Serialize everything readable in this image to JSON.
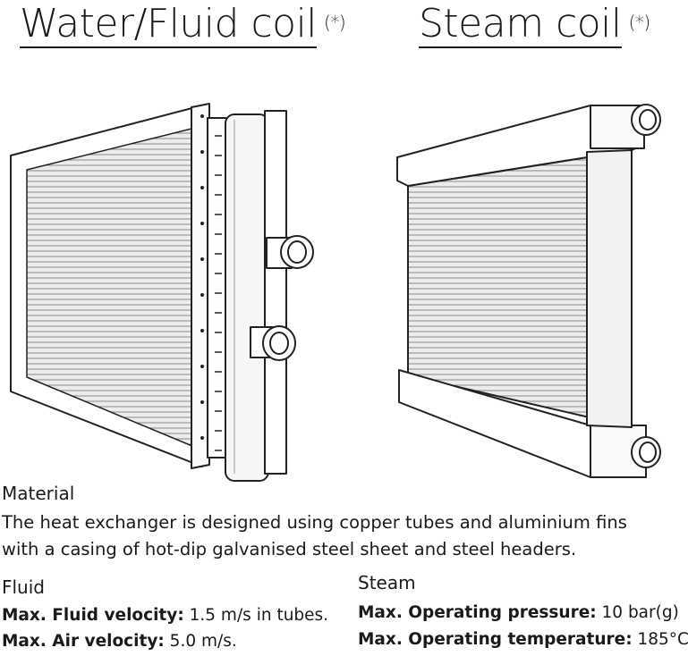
{
  "titles": {
    "water": "Water/Fluid coil",
    "steam": "Steam coil",
    "note_mark": "(*)"
  },
  "material": {
    "heading": "Material",
    "line1": "The heat exchanger is designed using copper tubes and aluminium fins",
    "line2": "with a casing of hot-dip  galvanised  steel sheet and steel headers."
  },
  "fluid": {
    "heading": "Fluid",
    "velocity_label": "Max. Fluid velocity:",
    "velocity_value": " 1.5 m/s in tubes.",
    "air_label": "Max. Air velocity:",
    "air_value": " 5.0 m/s."
  },
  "steam": {
    "heading": "Steam",
    "pressure_label": "Max. Operating pressure:",
    "pressure_value": " 10  bar(g)",
    "temp_label": "Max. Operating temperature:",
    "temp_value": " 185°C"
  },
  "colors": {
    "text": "#1a1a1a",
    "fin_face": "#e8e8e8",
    "line": "#222222"
  }
}
